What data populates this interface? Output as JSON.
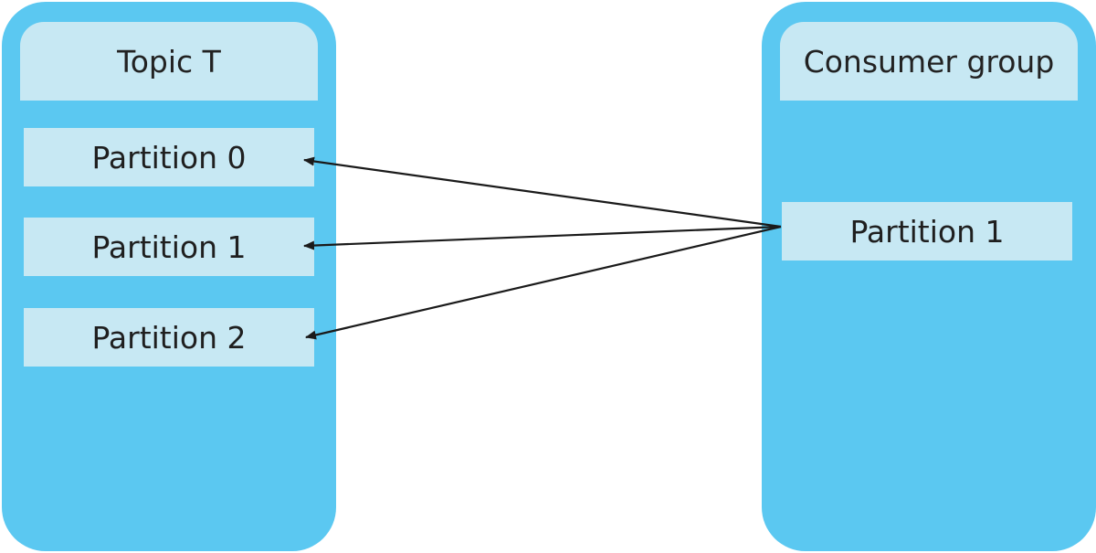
{
  "topic": {
    "title": "Topic T",
    "partitions": [
      "Partition 0",
      "Partition 1",
      "Partition 2"
    ]
  },
  "consumer_group": {
    "title": "Consumer group",
    "partition": "Partition 1"
  },
  "colors": {
    "column": "#5bc8f1",
    "box": "#c7e8f3",
    "text": "#222222",
    "arrow": "#1a1a1a"
  }
}
